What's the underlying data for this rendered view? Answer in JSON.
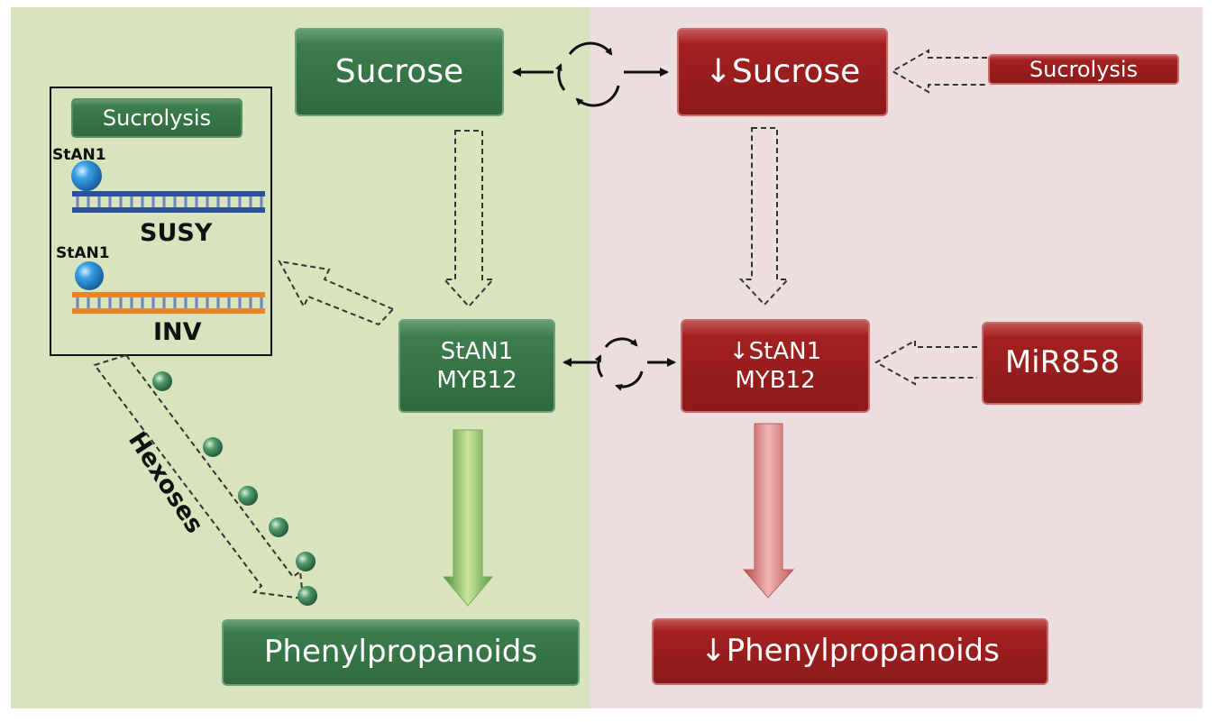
{
  "colors": {
    "left_panel": "#d7e4bd",
    "right_panel": "#ecdede",
    "green_box": "#3c7d4d",
    "red_box": "#a32020",
    "susy_strand": "#2e4f9a",
    "inv_strand": "#e8842b",
    "stan1_ball": "#2f93d8",
    "hexose_ball": "#3f8e5d"
  },
  "left": {
    "sucrose": "Sucrose",
    "stan1": "StAN1",
    "myb12": "MYB12",
    "phenylpropanoids": "Phenylpropanoids",
    "hexoses": "Hexoses",
    "inset": {
      "sucrolysis": "Sucrolysis",
      "susy_protein": "StAN1",
      "susy": "SUSY",
      "inv_protein": "StAN1",
      "inv": "INV"
    }
  },
  "right": {
    "sucrose": "↓Sucrose",
    "sucrolysis": "Sucrolysis",
    "stan1": "↓StAN1",
    "myb12": "MYB12",
    "mir858": "MiR858",
    "phenylpropanoids": "↓Phenylpropanoids"
  }
}
